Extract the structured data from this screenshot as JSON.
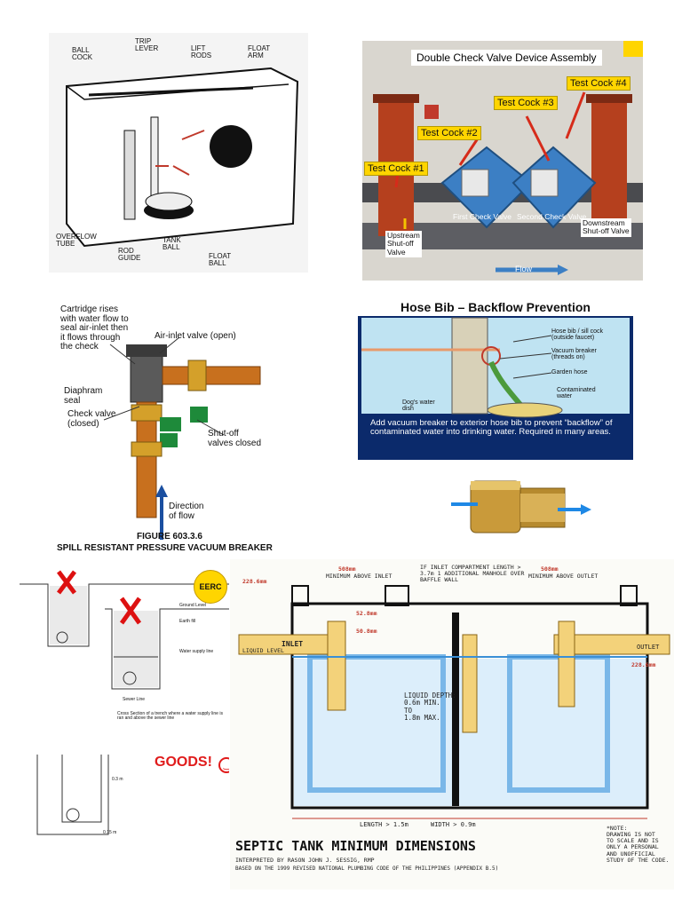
{
  "toilet": {
    "labels": {
      "ball_cock": "BALL\nCOCK",
      "trip_lever": "TRIP\nLEVER",
      "lift_rods": "LIFT\nRODS",
      "float_arm": "FLOAT\nARM",
      "overflow_tube": "OVERFLOW\nTUBE",
      "rod_guide": "ROD\nGUIDE",
      "tank_ball": "TANK\nBALL",
      "float_ball": "FLOAT\nBALL"
    }
  },
  "double_check": {
    "title": "Double Check Valve Device Assembly",
    "test_cocks": [
      "Test Cock #1",
      "Test Cock #2",
      "Test Cock #3",
      "Test Cock #4"
    ],
    "first_check": "First Check Valve",
    "second_check": "Second Check Valve",
    "upstream": "Upstream\nShut-off\nValve",
    "downstream": "Downstream\nShut-off Valve",
    "flow": "Flow"
  },
  "vacuum_breaker": {
    "cartridge": "Cartridge rises\nwith water flow to\nseal air-inlet then\nit flows through\nthe check",
    "air_inlet": "Air-inlet valve (open)",
    "diaphragm": "Diaphram\nseal",
    "check_valve": "Check valve\n(closed)",
    "shutoff": "Shut-off\nvalves closed",
    "direction": "Direction\nof flow",
    "figure_title": "FIGURE 603.3.6",
    "figure_caption": "SPILL RESISTANT PRESSURE VACUUM BREAKER"
  },
  "hose_bib": {
    "title": "Hose Bib – Backflow Prevention",
    "labels": {
      "hose_bib": "Hose bib / sill cock\n(outside faucet)",
      "vacuum_breaker": "Vacuum breaker\n(threads on)",
      "garden_hose": "Garden hose",
      "contaminated": "Contaminated\nwater",
      "dog_dish": "Dog's water\ndish"
    },
    "caption": "Add vacuum breaker to exterior hose bib to prevent “backflow” of contaminated water into drinking water.  Required in many areas."
  },
  "sewer": {
    "good_label": "GOODS!",
    "eerc": "EERC",
    "small_labels": {
      "ground_level": "Ground Level",
      "earth_fill": "Earth fill",
      "water_supply": "Water supply line",
      "sewer_line": "Sewer Line",
      "cross_section": "Cross Section of a trench where a water supply line is ran and above the sewer line",
      "dim_a": "0.3 m",
      "dim_b": "0.15 m"
    }
  },
  "septic": {
    "title": "SEPTIC TANK MINIMUM DIMENSIONS",
    "subtitle_1": "INTERPRETED BY RASON JOHN J. SESSIG, RMP",
    "subtitle_2": "BASED ON THE 1999 REVISED NATIONAL PLUMBING CODE OF THE PHILIPPINES (APPENDIX B.5)",
    "note": "*NOTE:\nDRAWING IS NOT\nTO SCALE AND IS\nONLY A PERSONAL\nAND UNOFFICIAL\nSTUDY OF THE CODE.",
    "dims": {
      "top_left": "508mm",
      "top_left_note": "MINIMUM ABOVE INLET",
      "top_right": "508mm",
      "top_right_note": "MINIMUM ABOVE OUTLET",
      "height_left": "228.6mm",
      "height_right": "228.6mm",
      "baffle": "52.8mm",
      "invert": "50.8mm",
      "liquid_depth": "LIQUID DEPTH:\n0.6m MIN.\nTO\n1.8m MAX.",
      "length": "LENGTH > 1.5m",
      "width": "WIDTH > 0.9m"
    },
    "labels": {
      "inlet": "INLET",
      "outlet": "OUTLET",
      "liquid_level": "LIQUID LEVEL",
      "manhole_note": "IF INLET COMPARTMENT LENGTH > 3.7m 1 ADDITIONAL MANHOLE OVER BAFFLE WALL"
    }
  }
}
